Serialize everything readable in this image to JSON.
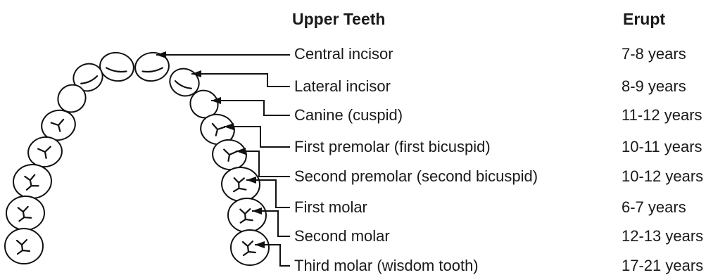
{
  "header": {
    "teeth": "Upper Teeth",
    "erupt": "Erupt"
  },
  "teeth": [
    {
      "name": "Central incisor",
      "erupt": "7-8 years"
    },
    {
      "name": "Lateral incisor",
      "erupt": "8-9 years"
    },
    {
      "name": "Canine (cuspid)",
      "erupt": "11-12 years"
    },
    {
      "name": "First premolar (first bicuspid)",
      "erupt": "10-11 years"
    },
    {
      "name": "Second premolar (second bicuspid)",
      "erupt": "10-12 years"
    },
    {
      "name": "First molar",
      "erupt": "6-7 years"
    },
    {
      "name": "Second molar",
      "erupt": "12-13 years"
    },
    {
      "name": "Third molar (wisdom tooth)",
      "erupt": "17-21 years"
    }
  ]
}
